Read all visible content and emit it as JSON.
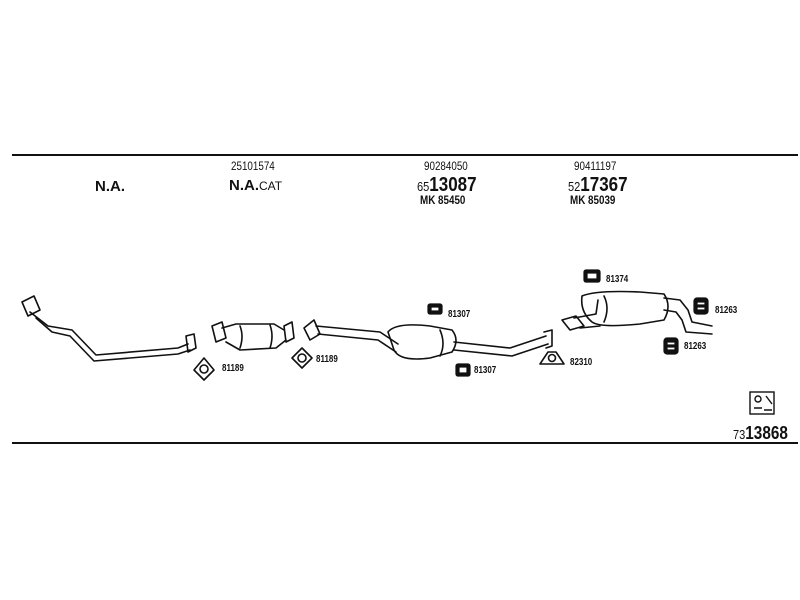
{
  "header": {
    "col1": {
      "label": "N.A."
    },
    "col2": {
      "number": "25101574",
      "label_bold": "N.A.",
      "label_small": "CAT"
    },
    "col3": {
      "number": "90284050",
      "code_prefix": "65",
      "code_main": "13087",
      "mk": "MK  85450"
    },
    "col4": {
      "number": "90411197",
      "code_prefix": "52",
      "code_main": "17367",
      "mk": "MK  85039"
    }
  },
  "parts": {
    "clamp_a": "81189",
    "clamp_b": "81189",
    "mount_top_mid": "81307",
    "mount_bottom_mid": "81307",
    "clamp_c": "82310",
    "mount_top_rear": "81374",
    "mount_right_top": "81263",
    "mount_right_bottom": "81263"
  },
  "footer": {
    "code_prefix": "73",
    "code_main": "13868"
  }
}
